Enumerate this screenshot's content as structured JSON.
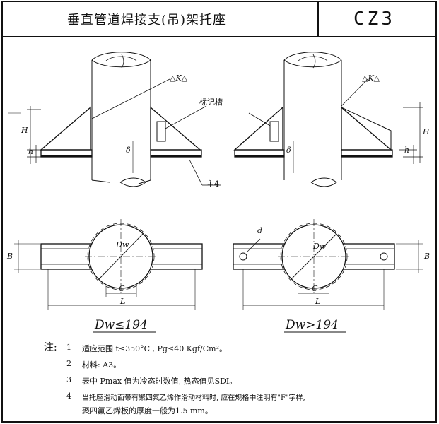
{
  "header": {
    "title": "垂直管道焊接支(吊)架托座",
    "code": "CZ3"
  },
  "labels": {
    "weld_left": "△K△",
    "weld_right": "△K△",
    "marker": "标记槽",
    "H_left": "H",
    "h_left": "h",
    "H_right": "H",
    "h_right": "h",
    "delta_left": "δ",
    "delta_right": "δ",
    "part_no": "主4",
    "B_left": "B",
    "B_right": "B",
    "Dw_left": "Dw",
    "Dw_right": "Dw",
    "C_left": "C",
    "C_right": "C",
    "L_left": "L",
    "L_right": "L",
    "d_right": "d"
  },
  "captions": {
    "left": "Dw≤194",
    "right": "Dw>194"
  },
  "notes": {
    "heading": "注:",
    "items": [
      {
        "num": "1",
        "text": "适应范围  t≤350°C , Pg≤40 Kgf/Cm²。"
      },
      {
        "num": "2",
        "text": "材料: A3。"
      },
      {
        "num": "3",
        "text": "表中 Pmax 值为冷态时数值, 热态值见SDI。"
      },
      {
        "num": "4",
        "text": "当托座滑动面带有聚四氟乙烯作滑动材料时, 应在规格中注明有\"F\"字样,"
      },
      {
        "num": "",
        "text": "聚四氟乙烯板的厚度一般为1.5 mm。"
      }
    ]
  },
  "colors": {
    "ink": "#111111",
    "paper": "#ffffff"
  }
}
